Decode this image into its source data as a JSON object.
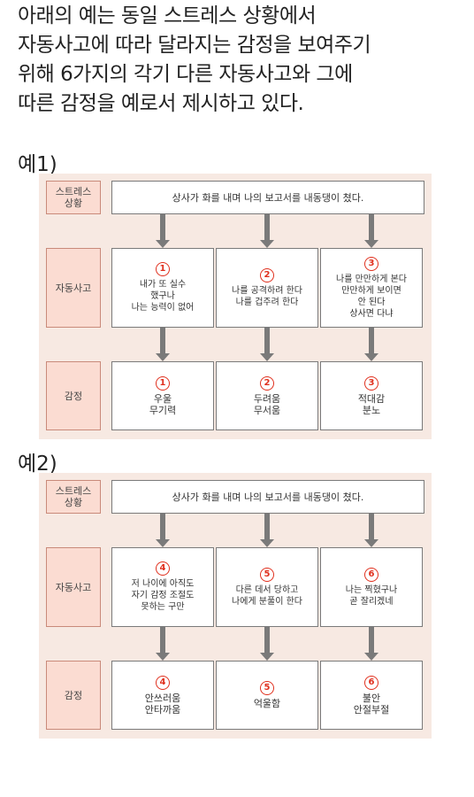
{
  "intro": [
    "아래의 예는 동일 스트레스 상황에서",
    "자동사고에 따라 달라지는 감정을 보여주기",
    "위해 6가지의 각기 다른 자동사고와 그에",
    "따른 감정을 예로서 제시하고 있다."
  ],
  "examples": [
    {
      "label": "예1)",
      "row_labels": {
        "stress": "스트레스\n상황",
        "thought": "자동사고",
        "emotion": "감정"
      },
      "situation": "상사가 화를 내며 나의 보고서를 내동댕이 쳤다.",
      "columns": [
        {
          "num": "1",
          "thought": "내가 또 실수\n했구나\n나는 능력이 없어",
          "emotion": "우울\n무기력"
        },
        {
          "num": "2",
          "thought": "나를 공격하려 한다\n나를 겁주려 한다",
          "emotion": "두려움\n무서움"
        },
        {
          "num": "3",
          "thought": "나를 만만하게 본다\n만만하게 보이면\n안 된다\n상사면 다냐",
          "emotion": "적대감\n분노"
        }
      ]
    },
    {
      "label": "예2)",
      "row_labels": {
        "stress": "스트레스\n상황",
        "thought": "자동사고",
        "emotion": "감정"
      },
      "situation": "상사가 화를 내며 나의 보고서를 내동댕이 쳤다.",
      "columns": [
        {
          "num": "4",
          "thought": "저 나이에 아직도\n자기 감정 조절도\n못하는 구만",
          "emotion": "안쓰러움\n안타까움"
        },
        {
          "num": "5",
          "thought": "다른 데서 당하고\n나에게 분풀이 한다",
          "emotion": "억울함"
        },
        {
          "num": "6",
          "thought": "나는 찍혔구나\n곧 잘리겠네",
          "emotion": "불안\n안절부절"
        }
      ]
    }
  ]
}
